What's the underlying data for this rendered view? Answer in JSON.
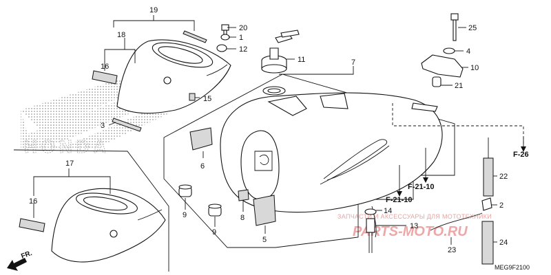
{
  "diagram": {
    "code": "MEG9F2100",
    "front_arrow_label": "FR.",
    "watermark_brand": "HONDA",
    "watermark_text": "ЗАПЧАСТИ И АКСЕССУАРЫ ДЛЯ МОТОТЕХНИКИ",
    "watermark_site": "PARTS-MOTO.RU",
    "accent_color": "#e88a8a",
    "callouts": {
      "c1": "1",
      "c2": "2",
      "c3": "3",
      "c4": "4",
      "c5": "5",
      "c6": "6",
      "c7": "7",
      "c8": "8",
      "c9a": "9",
      "c9b": "9",
      "c10": "10",
      "c11": "11",
      "c12": "12",
      "c13": "13",
      "c14": "14",
      "c15": "15",
      "c16a": "16",
      "c16b": "16",
      "c17": "17",
      "c18": "18",
      "c19": "19",
      "c20": "20",
      "c21": "21",
      "c22": "22",
      "c23": "23",
      "c24": "24",
      "c25": "25"
    },
    "refs": {
      "f26": "F-26",
      "f2110a": "F-21-10",
      "f2110b": "F-21-10"
    }
  }
}
